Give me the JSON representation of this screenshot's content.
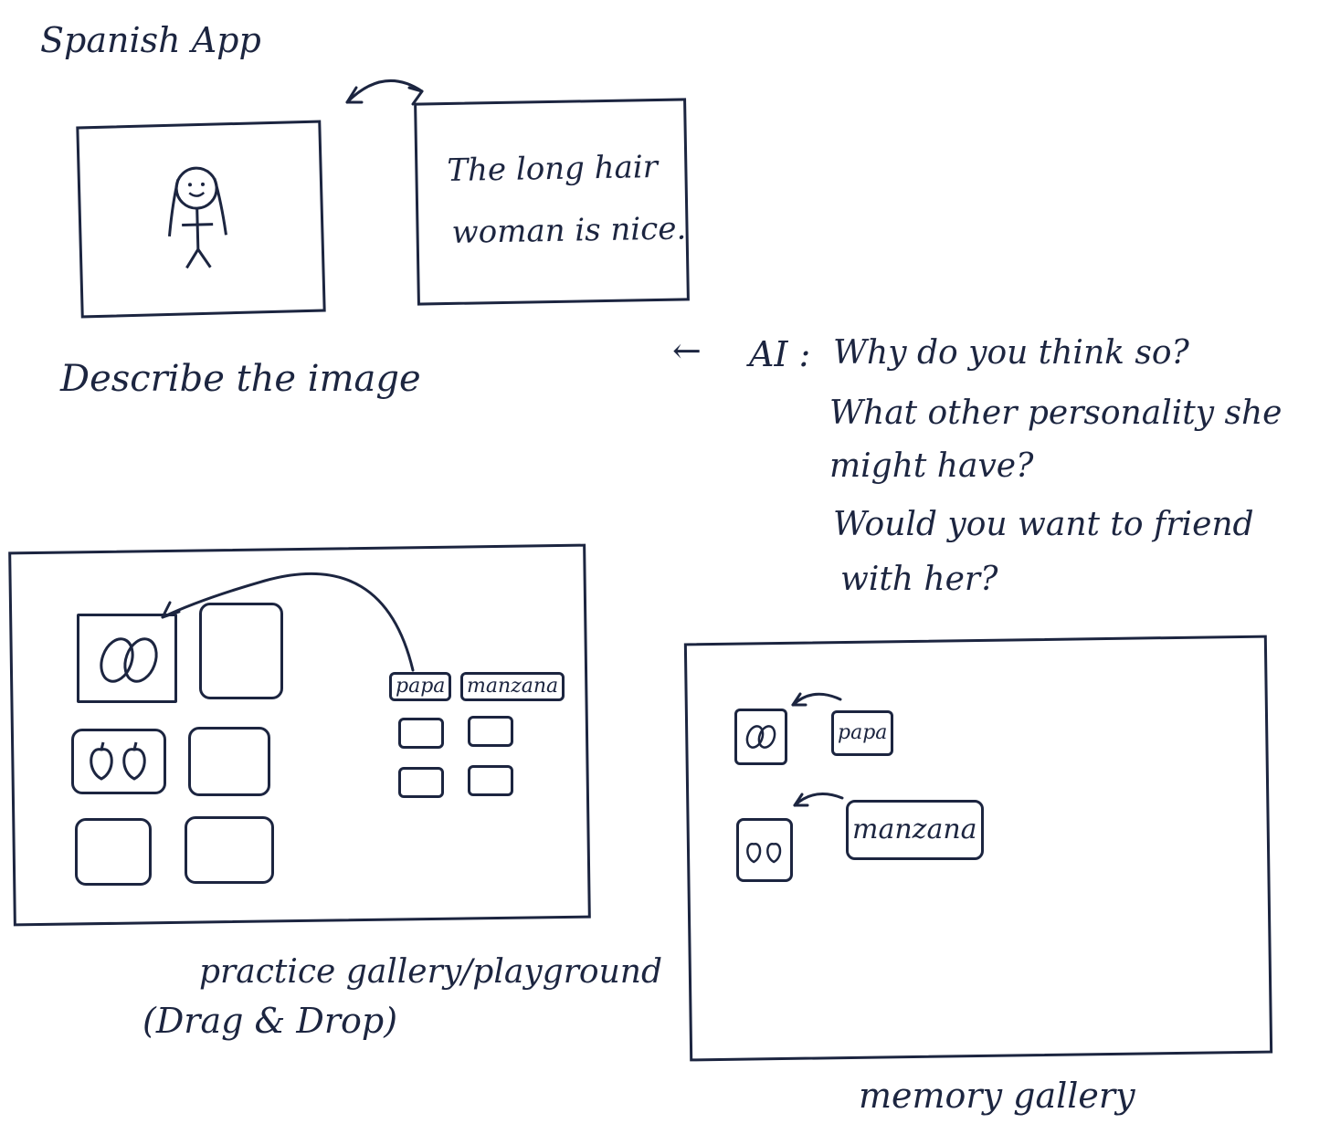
{
  "app_title": "Spanish App",
  "describe": {
    "caption": "Describe the image",
    "answer_line1": "The long hair",
    "answer_line2": "woman is nice."
  },
  "ai": {
    "prefix": "AI :",
    "lines": [
      "Why do you think so?",
      "What other personality she",
      "might have?",
      "Would you want to friend",
      "with her?"
    ]
  },
  "practice": {
    "caption_line1": "practice gallery/playground",
    "caption_line2": "(Drag & Drop)",
    "word_chips": [
      "papa",
      "manzana"
    ]
  },
  "memory": {
    "caption": "memory gallery",
    "pairs": [
      "papa",
      "manzana"
    ]
  },
  "colors": {
    "ink": "#1c2540",
    "background": "#ffffff"
  },
  "icons": [
    "potato-icon",
    "apple-icon",
    "stick-figure-woman",
    "double-arrow-icon",
    "left-arrow-icon",
    "curved-drag-arrow"
  ]
}
